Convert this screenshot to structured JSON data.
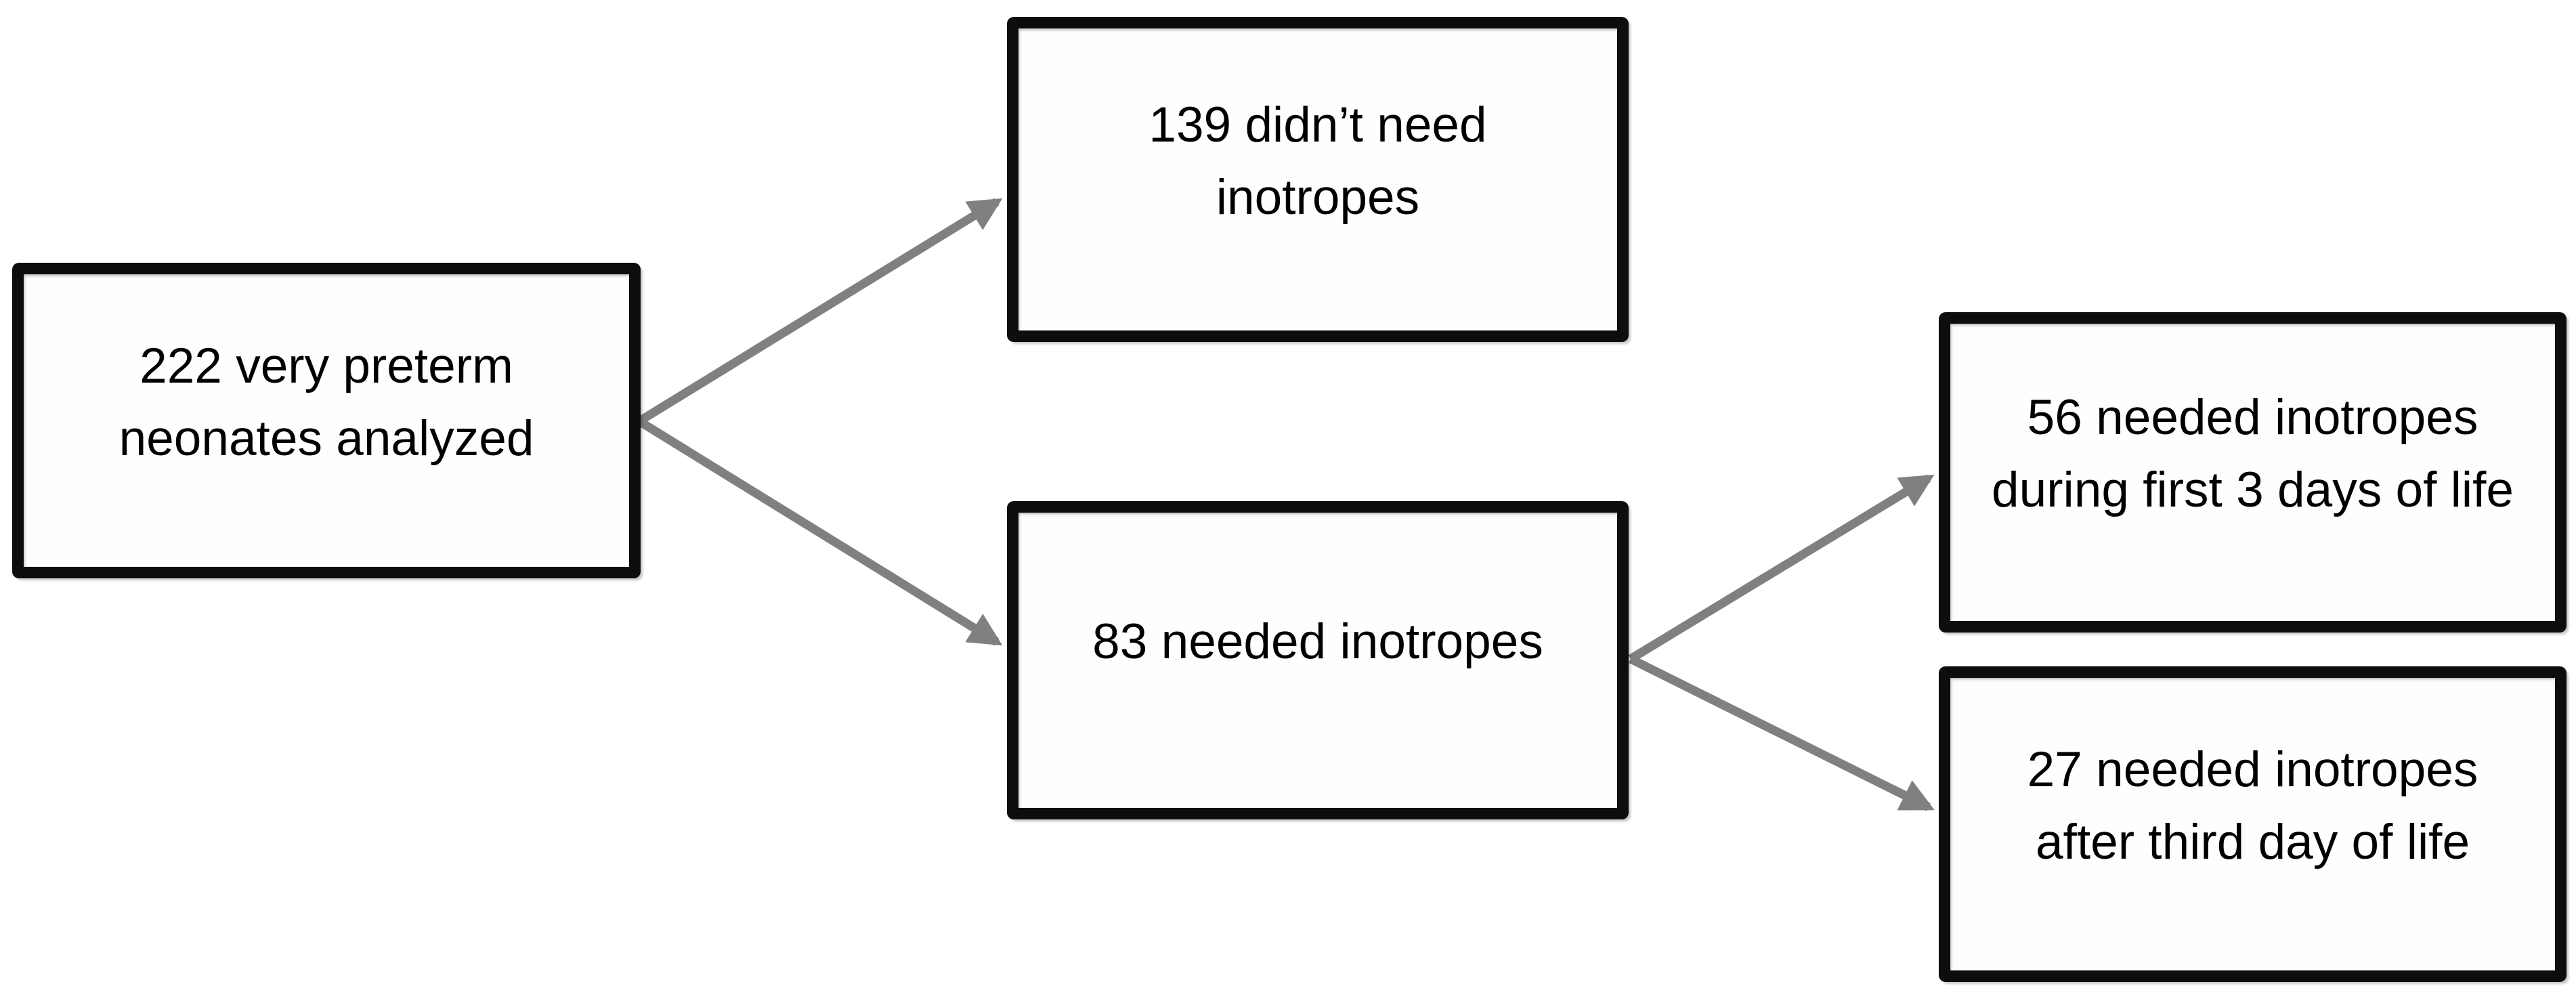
{
  "diagram": {
    "type": "flowchart",
    "nodes": {
      "analyzed": {
        "label": "222 very preterm neonates analyzed",
        "line1": "222 very preterm",
        "line2": "neonates analyzed"
      },
      "no_inotropes": {
        "label": "139 didn’t need inotropes",
        "line1": "139 didn’t need",
        "line2": "inotropes"
      },
      "needed_inotropes": {
        "label": "83 needed inotropes",
        "line1": "83 needed inotropes"
      },
      "early": {
        "label": "56 needed inotropes during first 3 days of life",
        "line1": "56 needed inotropes",
        "line2": "during first 3 days of life"
      },
      "late": {
        "label": "27 needed inotropes after third day of life",
        "line1": "27 needed inotropes",
        "line2": "after third day of life"
      }
    },
    "edges": [
      {
        "from": "analyzed",
        "to": "no_inotropes"
      },
      {
        "from": "analyzed",
        "to": "needed_inotropes"
      },
      {
        "from": "needed_inotropes",
        "to": "early"
      },
      {
        "from": "needed_inotropes",
        "to": "late"
      }
    ],
    "counts": {
      "total": 222,
      "no_inotropes": 139,
      "needed_inotropes": 83,
      "needed_first_3_days": 56,
      "needed_after_third_day": 27
    }
  },
  "colors": {
    "background": "#ffffff",
    "border": "#0d0d0d",
    "arrow": "#808080",
    "text": "#000000"
  }
}
